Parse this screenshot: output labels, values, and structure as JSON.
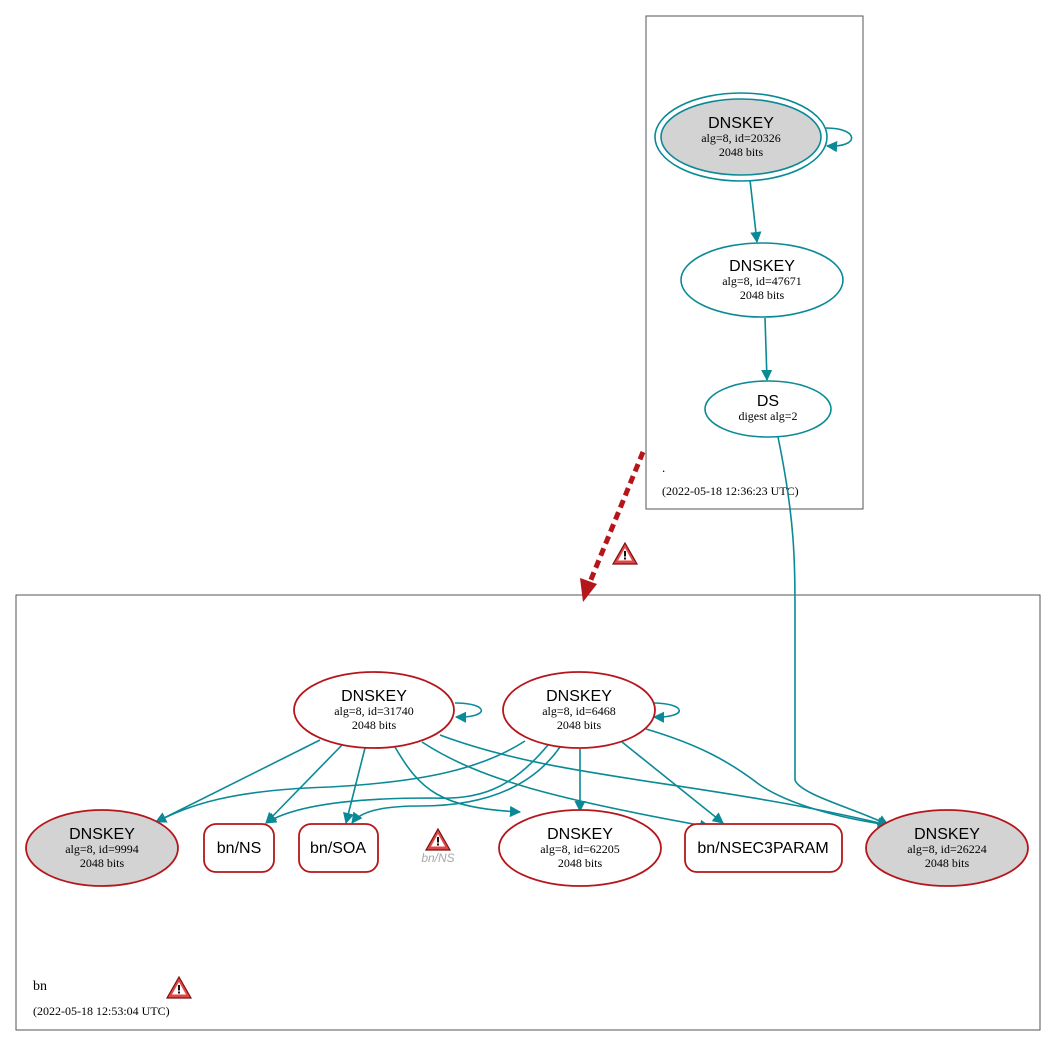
{
  "colors": {
    "secure": "#0a8a96",
    "bogus": "#b5161b",
    "insecure_fill": "#d3d3d3",
    "cluster_border": "#555555",
    "ghost_text": "#a8a8a8"
  },
  "root_zone": {
    "name": ".",
    "timestamp": "(2022-05-18 12:36:23 UTC)",
    "nodes": {
      "ksk": {
        "title": "DNSKEY",
        "line1": "alg=8, id=20326",
        "line2": "2048 bits",
        "status": "secure",
        "icon": "double-ellipse-trust-anchor"
      },
      "zsk": {
        "title": "DNSKEY",
        "line1": "alg=8, id=47671",
        "line2": "2048 bits",
        "status": "secure"
      },
      "ds": {
        "title": "DS",
        "line1": "digest alg=2",
        "status": "secure"
      }
    }
  },
  "bn_zone": {
    "name": "bn",
    "timestamp": "(2022-05-18 12:53:04 UTC)",
    "nodes": {
      "k31740": {
        "title": "DNSKEY",
        "line1": "alg=8, id=31740",
        "line2": "2048 bits",
        "status": "bogus"
      },
      "k6468": {
        "title": "DNSKEY",
        "line1": "alg=8, id=6468",
        "line2": "2048 bits",
        "status": "bogus"
      },
      "k9994": {
        "title": "DNSKEY",
        "line1": "alg=8, id=9994",
        "line2": "2048 bits",
        "status": "bogus",
        "filled": true
      },
      "k62205": {
        "title": "DNSKEY",
        "line1": "alg=8, id=62205",
        "line2": "2048 bits",
        "status": "bogus"
      },
      "k26224": {
        "title": "DNSKEY",
        "line1": "alg=8, id=26224",
        "line2": "2048 bits",
        "status": "bogus",
        "filled": true
      },
      "ns": {
        "label": "bn/NS"
      },
      "soa": {
        "label": "bn/SOA"
      },
      "nsec3param": {
        "label": "bn/NSEC3PARAM"
      },
      "ghost_ns": {
        "label": "bn/NS"
      }
    }
  },
  "icons": [
    "warning-icon-delegation",
    "warning-icon-ghost-ns",
    "warning-icon-zone"
  ]
}
